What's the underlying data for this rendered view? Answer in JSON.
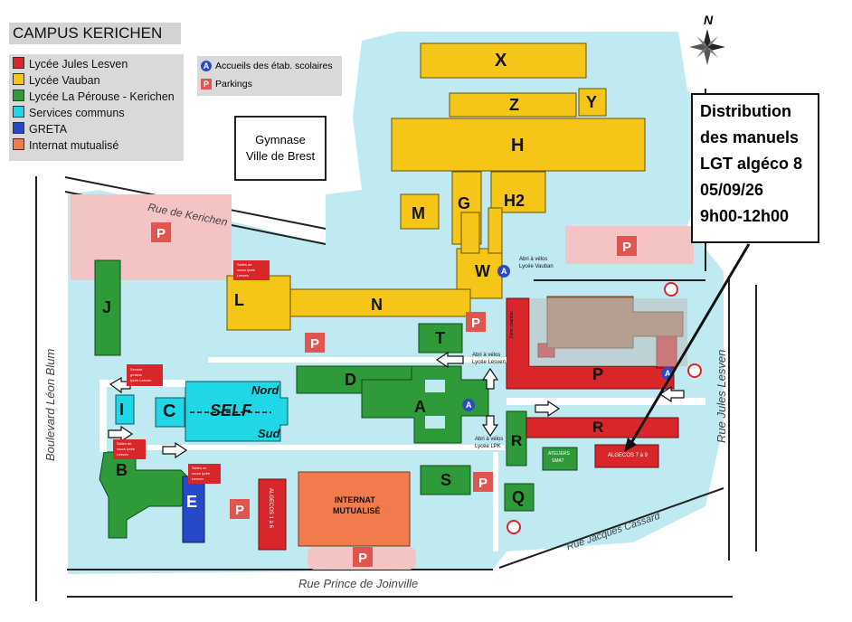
{
  "title": "CAMPUS KERICHEN",
  "legend": [
    {
      "label": "Lycée Jules Lesven",
      "color": "#d9262b"
    },
    {
      "label": "Lycée Vauban",
      "color": "#f5c518"
    },
    {
      "label": "Lycée La Pérouse - Kerichen",
      "color": "#2e9a3a"
    },
    {
      "label": "Services communs",
      "color": "#1fd7e6"
    },
    {
      "label": "GRETA",
      "color": "#2549c9"
    },
    {
      "label": "Internat mutualisé",
      "color": "#f27b4e"
    }
  ],
  "legend_icons": {
    "accueils": {
      "glyph": "A",
      "label": "Accueils des étab. scolaires"
    },
    "parkings": {
      "glyph": "P",
      "label": "Parkings"
    }
  },
  "gymnase": {
    "line1": "Gymnase",
    "line2": "Ville de Brest"
  },
  "notice": {
    "line1": "Distribution",
    "line2": "des manuels",
    "line3": "LGT algéco 8",
    "line4": "05/09/26",
    "line5": "9h00-12h00"
  },
  "north_label": "N",
  "roads": {
    "kerichen": "Rue de Kerichen",
    "leon_blum": "Boulevard Léon Blum",
    "jules_lesven": "Rue Jules Lesven",
    "prince_joinville": "Rue Prince de Joinville",
    "jacques_cassard": "Rue Jacques Cassard"
  },
  "buildings": {
    "X": "X",
    "Z": "Z",
    "Y": "Y",
    "H": "H",
    "H2": "H2",
    "G": "G",
    "M": "M",
    "W": "W",
    "N": "N",
    "L": "L",
    "J": "J",
    "T": "T",
    "D": "D",
    "A": "A",
    "P": "P",
    "R": "R",
    "S": "S",
    "Q": "Q",
    "I": "I",
    "C": "C",
    "B": "B",
    "E": "E"
  },
  "self": {
    "label": "SELF",
    "nord": "Nord",
    "sud": "Sud"
  },
  "internat": {
    "line1": "INTERNAT",
    "line2": "MUTUALISÉ"
  },
  "algecos_16": "ALGECOS 1 à 6",
  "algecos_79": "ALGECOS 7 à 9",
  "ateliers": {
    "line1": "ATELIERS",
    "line2": "SMAT"
  },
  "zone_chantier": "Zone chantier",
  "abri_vauban": {
    "line1": "Abri à vélos",
    "line2": "Lycée Vauban"
  },
  "abri_lesven": {
    "line1": "Abri à vélos",
    "line2": "Lycée Lesven"
  },
  "abri_lpk": {
    "line1": "Abri à vélos",
    "line2": "Lycée LPK"
  },
  "tag_salles_lesven": {
    "line1": "Salles de",
    "line2": "cours lycée",
    "line3": "Lesven"
  },
  "tag_service_gestion": {
    "line1": "Service",
    "line2": "gestion",
    "line3": "lycée Lesven"
  },
  "tag_salles_lesven_b": {
    "line1": "Salles de",
    "line2": "cours lycée",
    "line3": "Lesven"
  },
  "tag_salles_lesven_e": {
    "line1": "Salles de",
    "line2": "cours lycée",
    "line3": "Lesven"
  },
  "colors": {
    "campus": "#bfeaf2",
    "vauban": "#f5c518",
    "perouse": "#2e9a3a",
    "lesven": "#d9262b",
    "services": "#1fd7e6",
    "greta": "#2549c9",
    "internat": "#f27b4e",
    "parking_zone": "#f4c3c3",
    "brown": "#a87a5a",
    "grey": "#bdbdbd"
  }
}
